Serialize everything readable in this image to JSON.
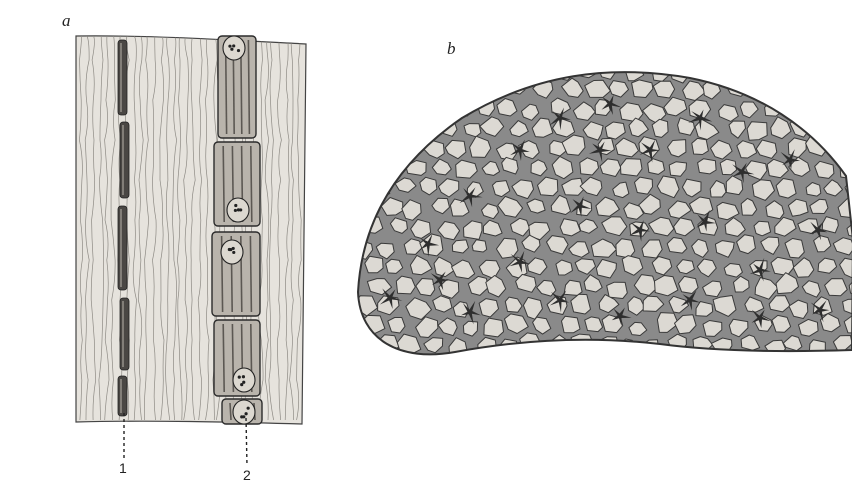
{
  "panels": [
    {
      "id": "a",
      "label": "a",
      "leader_labels": [
        "1",
        "2"
      ]
    },
    {
      "id": "b",
      "label": "b"
    }
  ],
  "colors": {
    "ink": "#333333",
    "strip_fill": "#e6e3dd",
    "cell_fill": "#dcd9d3",
    "matrix_fill": "#8a8a8a",
    "background": "#ffffff"
  }
}
